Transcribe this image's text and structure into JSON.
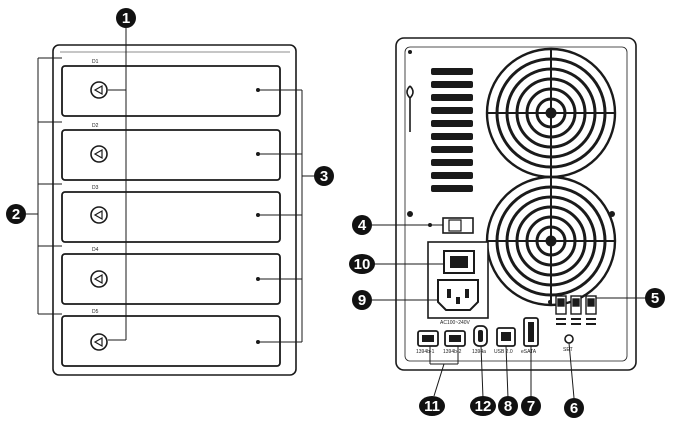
{
  "callouts": [
    {
      "id": "1",
      "label": "1"
    },
    {
      "id": "2",
      "label": "2"
    },
    {
      "id": "3",
      "label": "3"
    },
    {
      "id": "4",
      "label": "4"
    },
    {
      "id": "5",
      "label": "5"
    },
    {
      "id": "6",
      "label": "6"
    },
    {
      "id": "7",
      "label": "7"
    },
    {
      "id": "8",
      "label": "8"
    },
    {
      "id": "9",
      "label": "9"
    },
    {
      "id": "10",
      "label": "10"
    },
    {
      "id": "11",
      "label": "11"
    },
    {
      "id": "12",
      "label": "12"
    }
  ],
  "front": {
    "bay_leds": [
      "D1",
      "D2",
      "D3",
      "D4",
      "D5"
    ]
  },
  "rear": {
    "power_label": "AC100~240V",
    "port_labels": {
      "fw800_1": "1394b-1",
      "fw800_2": "1394b-2",
      "fw400": "1394a",
      "usb": "USB 2.0",
      "esata": "eSATA"
    },
    "set_label": "SET"
  },
  "colors": {
    "ink": "#1a1a1a",
    "callout_fill": "#111111"
  }
}
